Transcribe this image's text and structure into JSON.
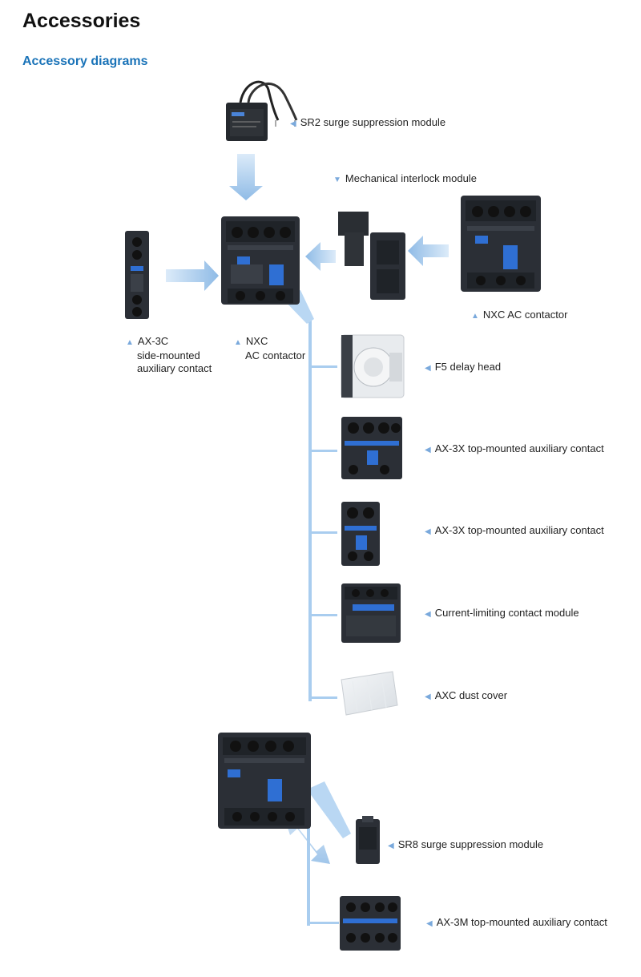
{
  "page": {
    "title": "Accessories",
    "subtitle": "Accessory diagrams"
  },
  "colors": {
    "accent_blue": "#1a73b8",
    "arrow_blue": "#9cc3ea",
    "line_blue": "#a9cdef",
    "device_dark": "#2b2f36",
    "device_blue": "#2f6fd3"
  },
  "labels": {
    "sr2": "SR2 surge suppression module",
    "interlock": "Mechanical interlock module",
    "nxc_right": "NXC AC contactor",
    "ax3c": [
      "AX-3C",
      "side-mounted",
      "auxiliary contact"
    ],
    "nxc_main": [
      "NXC",
      "AC contactor"
    ],
    "f5": "F5 delay head",
    "ax3x_a": "AX-3X top-mounted auxiliary contact",
    "ax3x_b": "AX-3X top-mounted auxiliary contact",
    "current_limiting": "Current-limiting contact module",
    "axc": "AXC dust cover",
    "sr8": "SR8 surge suppression module",
    "ax3m": "AX-3M top-mounted auxiliary contact"
  },
  "icons": {
    "left_triangle": "◀",
    "up_triangle": "▲",
    "down_triangle": "▼"
  }
}
